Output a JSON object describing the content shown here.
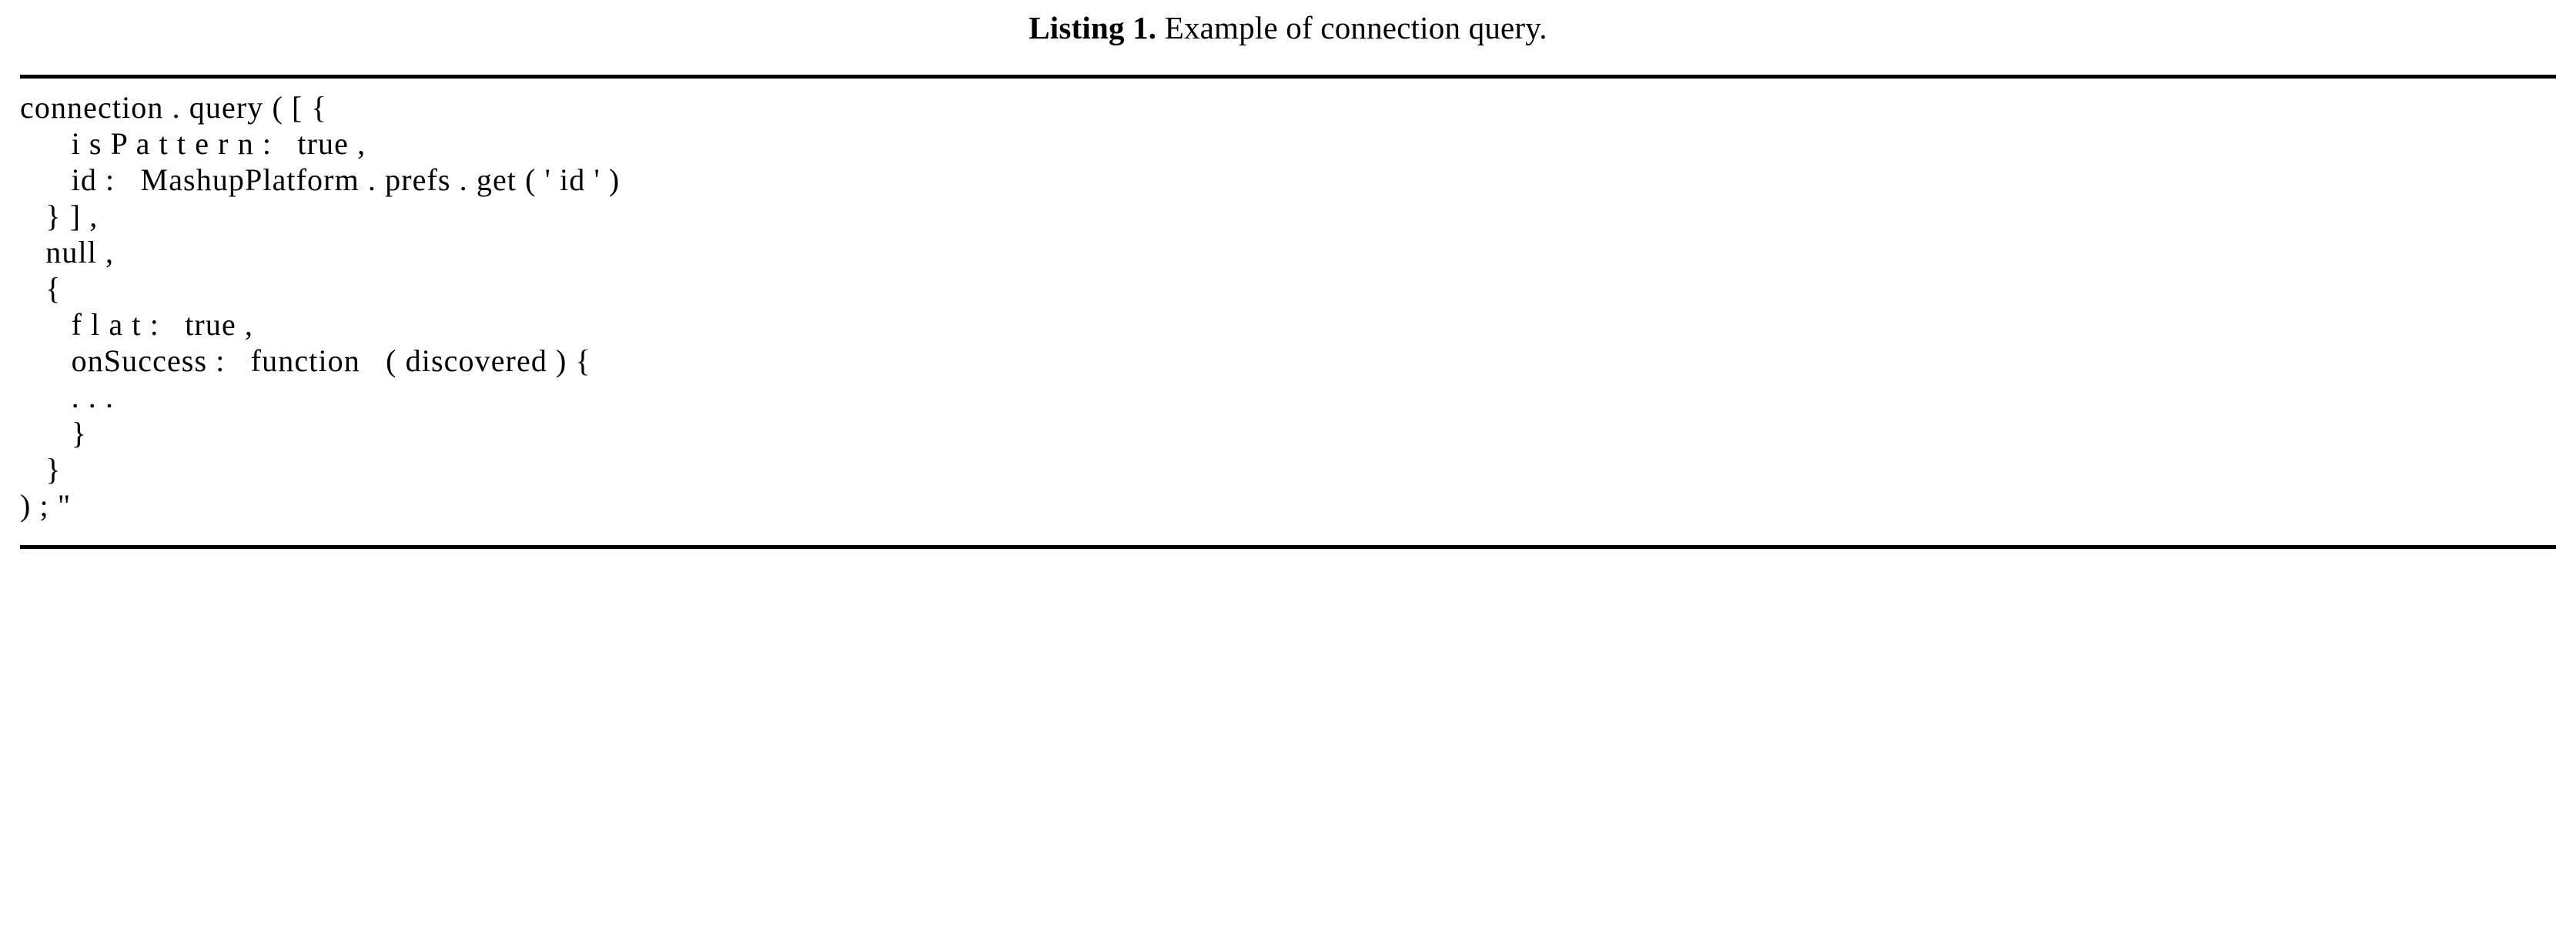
{
  "caption": {
    "label": "Listing 1.",
    "text": "Example of connection query."
  },
  "code": {
    "language": "javascript",
    "lines": [
      "connection . query ( [ {",
      "      i s P a t t e r n :   true ,",
      "      id :   MashupPlatform . prefs . get ( ' id ' )",
      "   } ] ,",
      "   null ,",
      "   {",
      "      f l a t :   true ,",
      "      onSuccess :   function   ( discovered ) {",
      "      . . .",
      "      }",
      "   }",
      ") ; \""
    ],
    "plain_lines": [
      "connection.query([{",
      "    isPattern: true,",
      "    id: MashupPlatform.prefs.get('id')",
      "  }],",
      "  null,",
      "  {",
      "    flat: true,",
      "    onSuccess: function (discovered){",
      "    ...",
      "    }",
      "  }",
      ");\""
    ]
  },
  "colors": {
    "text": "#000000",
    "background": "#ffffff",
    "rule": "#000000"
  }
}
